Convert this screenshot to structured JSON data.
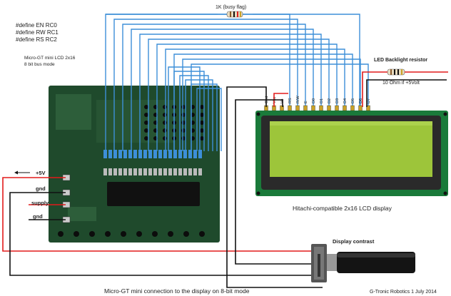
{
  "defines": [
    "#define EN RC0",
    "#define RW RC1",
    "#define RS RC2"
  ],
  "board": {
    "title": "Micro-GT mini LCD 2x16",
    "subtitle": "8 bit bus mode"
  },
  "resistor_top": {
    "label": "1K   (busy flag)"
  },
  "led_resistor": {
    "label": "LED Backlight resistor",
    "note": "10 Ohm if +5Volt"
  },
  "lcd": {
    "caption": "Hitachi-compatible 2x16 LCD display",
    "pins": [
      "Gnd",
      "Vcc",
      "Vo",
      "RS",
      "R/W",
      "E",
      "D0",
      "D1",
      "D2",
      "D3",
      "D4",
      "D5",
      "D6",
      "D7"
    ]
  },
  "power": {
    "plus5v": "+5V",
    "gnd1": "gnd",
    "supply": "supply",
    "gnd2": "gnd"
  },
  "contrast": {
    "label": "Display contrast"
  },
  "footer": {
    "caption": "Micro-GT mini connection to the display on 8-bit mode",
    "credit": "G-Tronic Robotics   1 July 2014"
  },
  "colors": {
    "wire_blue": "#3d8fd8",
    "wire_red": "#e21b1b",
    "wire_black": "#111111",
    "pcb": "#1f4a2c",
    "lcd_frame": "#2a2a2a",
    "lcd_screen": "#9dc53a"
  }
}
